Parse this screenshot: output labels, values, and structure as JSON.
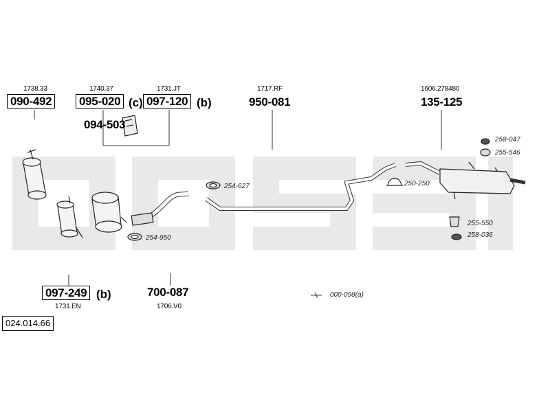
{
  "diagram": {
    "reference": "024.014.66",
    "watermark_color": "#e6e6e6",
    "parts": [
      {
        "id": "p1",
        "ref": "1738.33",
        "code": "090-492",
        "suffix": ""
      },
      {
        "id": "p2",
        "ref": "1740.37",
        "code": "095-020",
        "suffix": "(c)"
      },
      {
        "id": "p3",
        "ref": "1731.JT",
        "code": "097-120",
        "suffix": "(b)"
      },
      {
        "id": "p4",
        "ref": "",
        "code": "094-503",
        "suffix": ""
      },
      {
        "id": "p5",
        "ref": "1717.RF",
        "code": "950-081",
        "suffix": ""
      },
      {
        "id": "p6",
        "ref": "1606.278480",
        "code": "135-125",
        "suffix": ""
      },
      {
        "id": "p7",
        "ref": "1731.EN",
        "code": "097-249",
        "suffix": "(b)"
      },
      {
        "id": "p8",
        "ref": "1706.V0",
        "code": "700-087",
        "suffix": ""
      }
    ],
    "callouts": {
      "c258047": "258-047",
      "c255546": "255-546",
      "c254627": "254-627",
      "c250250": "250-250",
      "c255550": "255-550",
      "c258036": "258-036",
      "c254950": "254-950",
      "c000098": "000-098(a)"
    }
  }
}
